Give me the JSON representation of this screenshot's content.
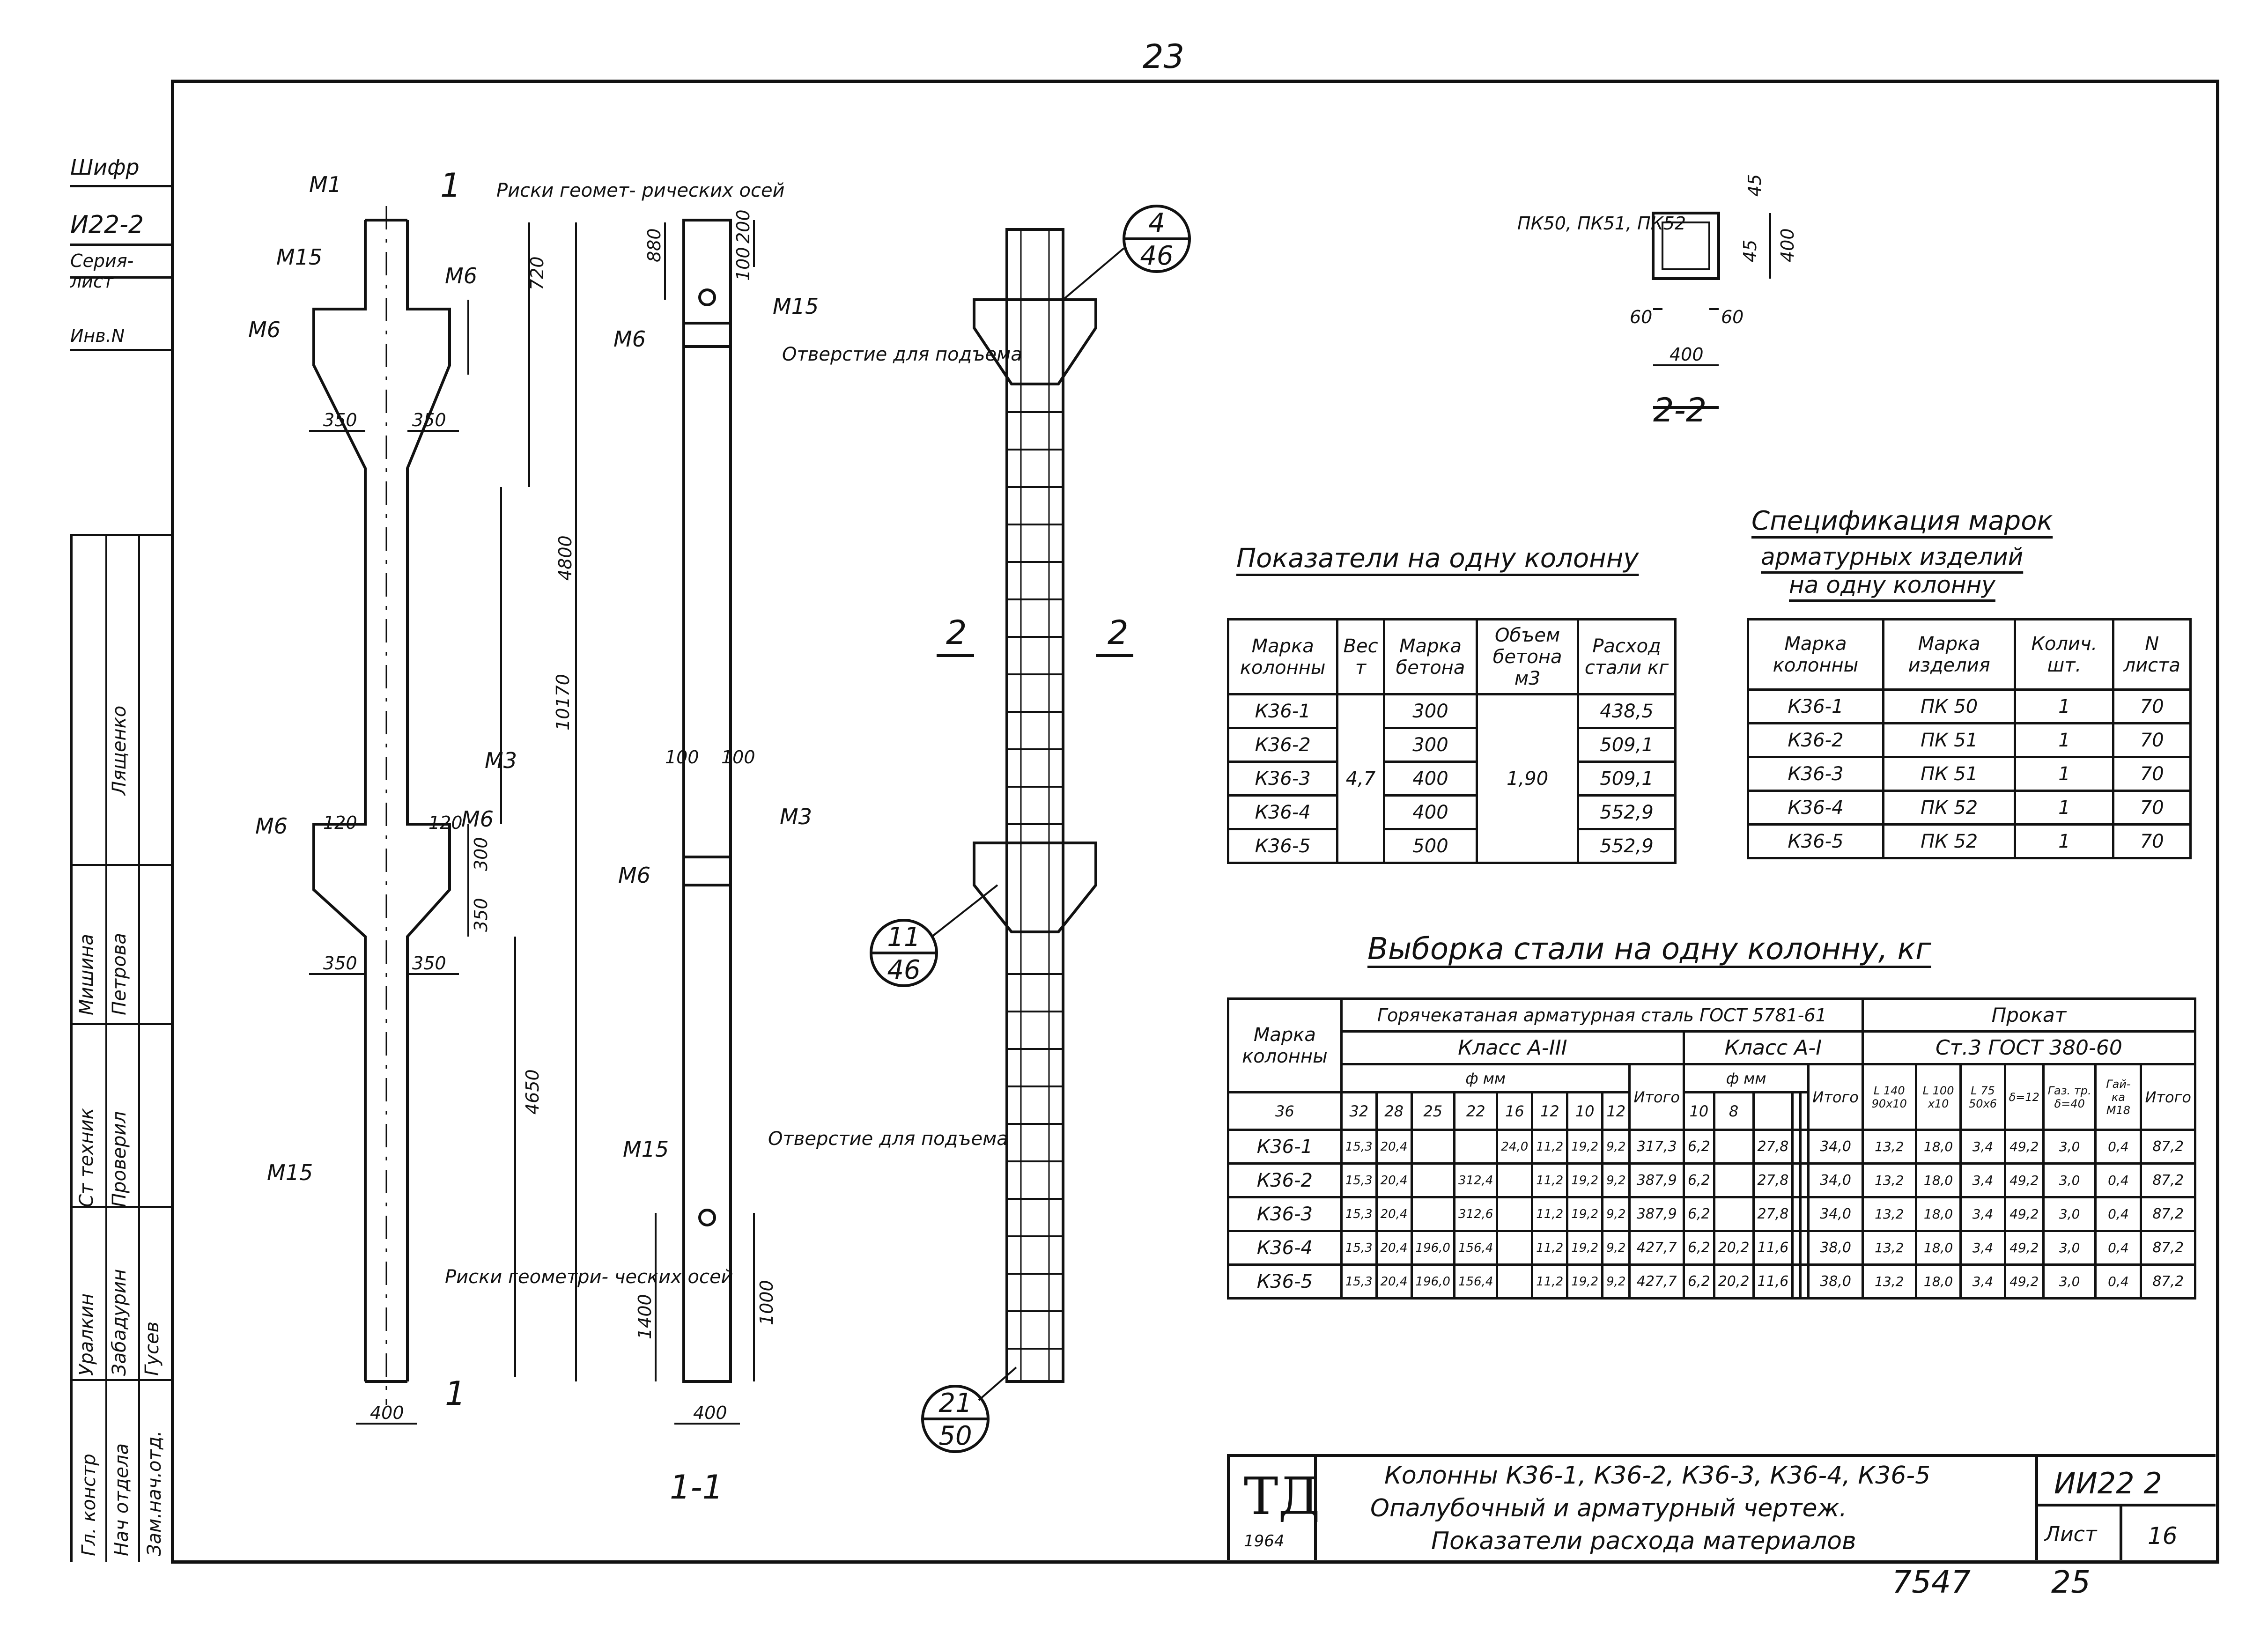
{
  "page_number_top": "23",
  "left_stamp": {
    "rows": [
      "Шифр",
      "И22-2",
      "Серия-лист",
      "Инв.N"
    ],
    "staff_roles": [
      "Гл. констр",
      "Нач отдела",
      "Зам.нач.отд.",
      "Ст техник",
      "Проверил"
    ],
    "staff_names": [
      "Уралкин",
      "Забадурин",
      "Гусев",
      "Мишина",
      "Петрова",
      "Лященко"
    ]
  },
  "elevation": {
    "labels": {
      "m1": "М1",
      "m15_top": "М15",
      "m6_a": "М6",
      "m6_b": "М6",
      "m15_hole": "М15",
      "m6_c": "М6",
      "m3_left": "М3",
      "m6_d": "М6",
      "m6_e": "М6",
      "m6_f": "М6",
      "m3_mid": "М3",
      "m15_bottom": "М15",
      "m15_bottom2": "М15"
    },
    "notes": {
      "risky_top": "Риски геомет- рических осей",
      "hole_top": "Отверстие для подъема",
      "hole_bottom": "Отверстие для подъема",
      "risky_bottom": "Риски геометри- ческих осей"
    },
    "dims": {
      "d350_a": "350",
      "d350_b": "350",
      "d350_c": "350",
      "d350_d": "350",
      "d4800": "4800",
      "d10170": "10170",
      "d4650": "4650",
      "d400_a": "400",
      "d400_b": "400",
      "d720": "720",
      "d880": "880",
      "d200": "200",
      "d100": "100",
      "d1400": "1400",
      "d1000": "1000",
      "d120_a": "120",
      "d120_b": "120",
      "d300": "300",
      "d350e": "350",
      "d100_mid": "100",
      "d100_mid2": "100"
    },
    "section_marks": {
      "one_top": "1",
      "one_bottom": "1",
      "two_left": "2",
      "two_right": "2"
    },
    "section_title": "1-1"
  },
  "reinforcement": {
    "callouts": [
      {
        "num": "4",
        "sheet": "46"
      },
      {
        "num": "11",
        "sheet": "46"
      },
      {
        "num": "21",
        "sheet": "50"
      }
    ]
  },
  "section22": {
    "label": "ПК50, ПК51, ПК52",
    "dims": {
      "d45a": "45",
      "d45b": "45",
      "d400v": "400",
      "d60a": "60",
      "d60b": "60",
      "d400h": "400"
    },
    "title": "2-2"
  },
  "indicators": {
    "title": "Показатели на одну колонну",
    "headers": [
      "Марка колонны",
      "Вес т",
      "Марка бетона",
      "Объем бетона м3",
      "Расход стали кг"
    ],
    "weight": "4,7",
    "volume": "1,90",
    "rows": [
      {
        "mark": "К36-1",
        "concrete": "300",
        "steel": "438,5"
      },
      {
        "mark": "К36-2",
        "concrete": "300",
        "steel": "509,1"
      },
      {
        "mark": "К36-3",
        "concrete": "400",
        "steel": "509,1"
      },
      {
        "mark": "К36-4",
        "concrete": "400",
        "steel": "552,9"
      },
      {
        "mark": "К36-5",
        "concrete": "500",
        "steel": "552,9"
      }
    ]
  },
  "spec": {
    "title_lines": [
      "Спецификация марок",
      "арматурных изделий",
      "на одну колонну"
    ],
    "headers": [
      "Марка колонны",
      "Марка изделия",
      "Колич. шт.",
      "N листа"
    ],
    "rows": [
      [
        "К36-1",
        "ПК 50",
        "1",
        "70"
      ],
      [
        "К36-2",
        "ПК 51",
        "1",
        "70"
      ],
      [
        "К36-3",
        "ПК 51",
        "1",
        "70"
      ],
      [
        "К36-4",
        "ПК 52",
        "1",
        "70"
      ],
      [
        "К36-5",
        "ПК 52",
        "1",
        "70"
      ]
    ]
  },
  "steel": {
    "title": "Выборка стали на одну колонну, кг",
    "group_hot": "Горячекатаная арматурная сталь ГОСТ 5781-61",
    "group_prokat": "Прокат",
    "prokat_std": "Ст.3 ГОСТ 380-60",
    "class3": "Класс А-III",
    "class1": "Класс А-I",
    "phi": "ф мм",
    "mark_header": "Марка колонны",
    "total": "Итого",
    "d3": [
      "36",
      "32",
      "28",
      "25",
      "22",
      "16",
      "12",
      "10"
    ],
    "d1": [
      "12",
      "10",
      "8",
      "",
      ""
    ],
    "prokat_cols": [
      "L 140 90x10",
      "L 100 x10",
      "L 75 50x6",
      "δ=12",
      "Газ. тр. δ=40",
      "Гай- ка М18"
    ],
    "rows": [
      {
        "mark": "К36-1",
        "a3": [
          "15,3",
          "20,4",
          "",
          "",
          "24,0",
          "11,2",
          "19,2",
          "9,2"
        ],
        "t3": "317,3",
        "a1": [
          "6,2",
          "",
          "27,8",
          "",
          ""
        ],
        "t1": "34,0",
        "p": [
          "13,2",
          "18,0",
          "3,4",
          "49,2",
          "3,0",
          "0,4"
        ],
        "tp": "87,2"
      },
      {
        "mark": "К36-2",
        "a3": [
          "15,3",
          "20,4",
          "",
          "312,4",
          "",
          "11,2",
          "19,2",
          "9,2"
        ],
        "t3": "387,9",
        "a1": [
          "6,2",
          "",
          "27,8",
          "",
          ""
        ],
        "t1": "34,0",
        "p": [
          "13,2",
          "18,0",
          "3,4",
          "49,2",
          "3,0",
          "0,4"
        ],
        "tp": "87,2"
      },
      {
        "mark": "К36-3",
        "a3": [
          "15,3",
          "20,4",
          "",
          "312,6",
          "",
          "11,2",
          "19,2",
          "9,2"
        ],
        "t3": "387,9",
        "a1": [
          "6,2",
          "",
          "27,8",
          "",
          ""
        ],
        "t1": "34,0",
        "p": [
          "13,2",
          "18,0",
          "3,4",
          "49,2",
          "3,0",
          "0,4"
        ],
        "tp": "87,2"
      },
      {
        "mark": "К36-4",
        "a3": [
          "15,3",
          "20,4",
          "196,0",
          "156,4",
          "",
          "11,2",
          "19,2",
          "9,2"
        ],
        "t3": "427,7",
        "a1": [
          "6,2",
          "20,2",
          "11,6",
          "",
          ""
        ],
        "t1": "38,0",
        "p": [
          "13,2",
          "18,0",
          "3,4",
          "49,2",
          "3,0",
          "0,4"
        ],
        "tp": "87,2"
      },
      {
        "mark": "К36-5",
        "a3": [
          "15,3",
          "20,4",
          "196,0",
          "156,4",
          "",
          "11,2",
          "19,2",
          "9,2"
        ],
        "t3": "427,7",
        "a1": [
          "6,2",
          "20,2",
          "11,6",
          "",
          ""
        ],
        "t1": "38,0",
        "p": [
          "13,2",
          "18,0",
          "3,4",
          "49,2",
          "3,0",
          "0,4"
        ],
        "tp": "87,2"
      }
    ]
  },
  "title_block": {
    "logo": "ТД",
    "year": "1964",
    "lines": [
      "Колонны К36-1, К36-2, К36-3, К36-4, К36-5",
      "Опалубочный и арматурный чертеж.",
      "Показатели расхода материалов"
    ],
    "series": "ИИ22 2",
    "sheet_label": "Лист",
    "sheet_no": "16"
  },
  "bottom_numbers": {
    "left": "7547",
    "right": "25"
  }
}
